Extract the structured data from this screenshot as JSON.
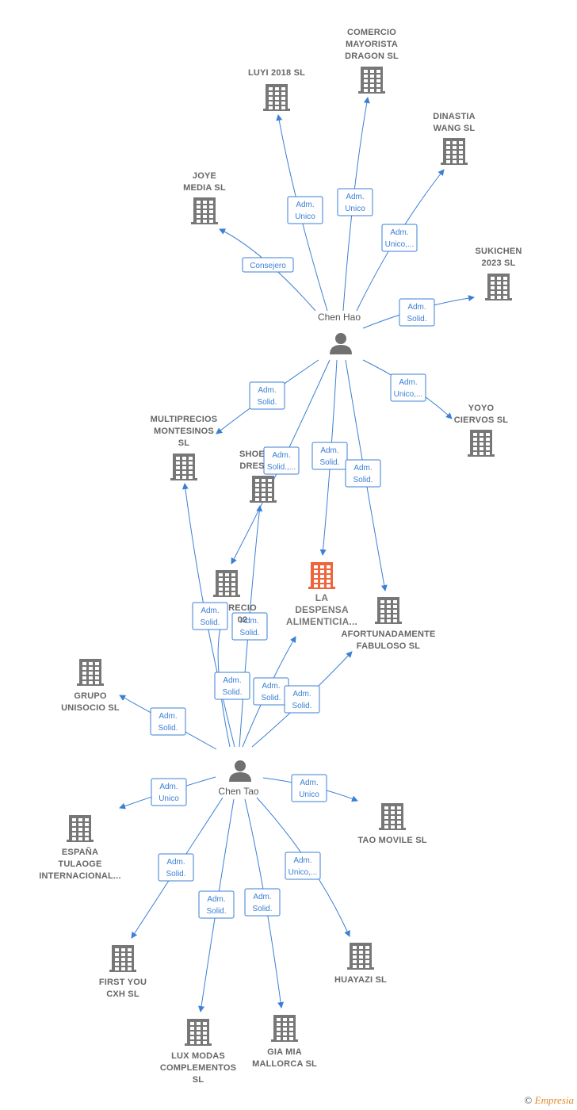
{
  "colors": {
    "edge": "#3b7fd4",
    "building": "#777777",
    "focus": "#f0643c",
    "person": "#707070"
  },
  "persons": [
    {
      "id": "hao",
      "name": "Chen Hao"
    },
    {
      "id": "tao",
      "name": "Chen Tao"
    }
  ],
  "companies": [
    {
      "id": "luyi",
      "lines": [
        "LUYI 2018  SL"
      ]
    },
    {
      "id": "comercio",
      "lines": [
        "COMERCIO",
        "MAYORISTA",
        "DRAGON SL"
      ]
    },
    {
      "id": "dinastia",
      "lines": [
        "DINASTIA",
        "WANG SL"
      ]
    },
    {
      "id": "joye",
      "lines": [
        "JOYE",
        "MEDIA  SL"
      ]
    },
    {
      "id": "sukichen",
      "lines": [
        "SUKICHEN",
        "2023  SL"
      ]
    },
    {
      "id": "yoyo",
      "lines": [
        "YOYO",
        "CIERVOS  SL"
      ]
    },
    {
      "id": "multiprecios",
      "lines": [
        "MULTIPRECIOS",
        "MONTESINOS",
        "SL"
      ]
    },
    {
      "id": "shoes",
      "lines": [
        "SHOE",
        "DRES"
      ]
    },
    {
      "id": "precio",
      "lines": [
        "RECIO",
        "02"
      ]
    },
    {
      "id": "despensa",
      "lines": [
        "LA",
        "DESPENSA",
        "ALIMENTICIA..."
      ],
      "focus": true
    },
    {
      "id": "afortunadamente",
      "lines": [
        "AFORTUNADAMENTE",
        "FABULOSO  SL"
      ]
    },
    {
      "id": "unisocio",
      "lines": [
        "GRUPO",
        "UNISOCIO  SL"
      ]
    },
    {
      "id": "espana",
      "lines": [
        "ESPAÑA",
        "TULAOGE",
        "INTERNACIONAL..."
      ]
    },
    {
      "id": "taomovile",
      "lines": [
        "TAO MOVILE SL"
      ]
    },
    {
      "id": "firstyou",
      "lines": [
        "FIRST YOU",
        "CXH  SL"
      ]
    },
    {
      "id": "huayazi",
      "lines": [
        "HUAYAZI  SL"
      ]
    },
    {
      "id": "luxmodas",
      "lines": [
        "LUX MODAS",
        "COMPLEMENTOS",
        "SL"
      ]
    },
    {
      "id": "giamia",
      "lines": [
        "GIA MIA",
        "MALLORCA  SL"
      ]
    }
  ],
  "relations": [
    {
      "from": "hao",
      "to": "luyi",
      "role": [
        "Adm.",
        "Unico"
      ]
    },
    {
      "from": "hao",
      "to": "comercio",
      "role": [
        "Adm.",
        "Unico"
      ]
    },
    {
      "from": "hao",
      "to": "dinastia",
      "role": [
        "Adm.",
        "Unico,..."
      ]
    },
    {
      "from": "hao",
      "to": "joye",
      "role": [
        "Consejero"
      ]
    },
    {
      "from": "hao",
      "to": "sukichen",
      "role": [
        "Adm.",
        "Solid."
      ]
    },
    {
      "from": "hao",
      "to": "yoyo",
      "role": [
        "Adm.",
        "Unico,..."
      ]
    },
    {
      "from": "hao",
      "to": "multiprecios",
      "role": [
        "Adm.",
        "Solid."
      ]
    },
    {
      "from": "hao",
      "to": "precio",
      "role": [
        "Adm.",
        "Solid.,..."
      ]
    },
    {
      "from": "hao",
      "to": "despensa",
      "role": [
        "Adm.",
        "Solid."
      ]
    },
    {
      "from": "hao",
      "to": "afortunadamente",
      "role": [
        "Adm.",
        "Solid."
      ]
    },
    {
      "from": "tao",
      "to": "multiprecios",
      "role": [
        "Adm.",
        "Solid."
      ]
    },
    {
      "from": "tao",
      "to": "shoes",
      "role": [
        "Adm.",
        "Solid."
      ]
    },
    {
      "from": "tao",
      "to": "precio",
      "role": [
        "Adm.",
        "Solid."
      ]
    },
    {
      "from": "tao",
      "to": "despensa",
      "role": [
        "Adm.",
        "Solid."
      ]
    },
    {
      "from": "tao",
      "to": "afortunadamente",
      "role": [
        "Adm.",
        "Solid."
      ]
    },
    {
      "from": "tao",
      "to": "unisocio",
      "role": [
        "Adm.",
        "Solid."
      ]
    },
    {
      "from": "tao",
      "to": "espana",
      "role": [
        "Adm.",
        "Unico"
      ]
    },
    {
      "from": "tao",
      "to": "taomovile",
      "role": [
        "Adm.",
        "Unico"
      ]
    },
    {
      "from": "tao",
      "to": "firstyou",
      "role": [
        "Adm.",
        "Solid."
      ]
    },
    {
      "from": "tao",
      "to": "luxmodas",
      "role": [
        "Adm.",
        "Solid."
      ]
    },
    {
      "from": "tao",
      "to": "giamia",
      "role": [
        "Adm.",
        "Solid."
      ]
    },
    {
      "from": "tao",
      "to": "huayazi",
      "role": [
        "Adm.",
        "Unico,..."
      ]
    }
  ],
  "footer": {
    "copyright": "©",
    "brand": "Empresia"
  }
}
